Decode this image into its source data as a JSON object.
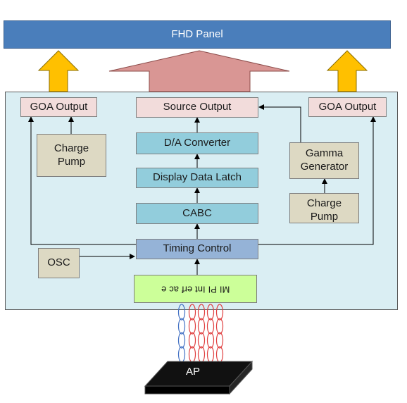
{
  "colors": {
    "panel": "#4a7ebb",
    "board": "#daeef3",
    "goa_arrow": "#ffc000",
    "source_arrow": "#d99694",
    "wire_blue": "#4472c4",
    "wire_red": "#e04040"
  },
  "panel": {
    "label": "FHD Panel"
  },
  "blocks": {
    "goa_left": "GOA Output",
    "goa_right": "GOA Output",
    "source_output": "Source Output",
    "charge_pump_left": "Charge\nPump",
    "da_converter": "D/A Converter",
    "gamma_generator": "Gamma\nGenerator",
    "display_data_latch": "Display Data Latch",
    "cabc": "CABC",
    "charge_pump_right": "Charge\nPump",
    "osc": "OSC",
    "timing_control": "Timing Control",
    "mipi_interface": "MI PI Int erf ac e"
  },
  "chip": {
    "label": "AP"
  }
}
